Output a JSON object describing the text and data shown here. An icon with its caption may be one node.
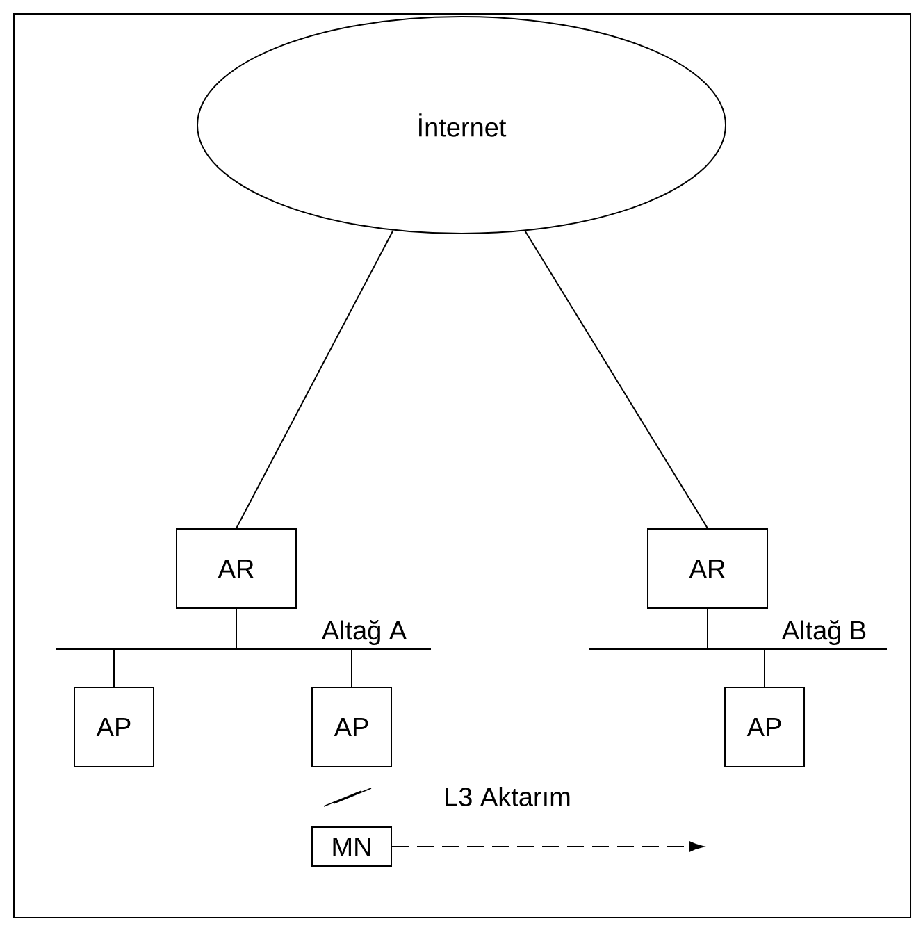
{
  "diagram": {
    "nodes": [
      {
        "text": [
          "İnternet"
        ]
      },
      {
        "text": [
          "AR"
        ]
      },
      {
        "text": [
          "AR"
        ]
      },
      {
        "text": [],
        "shape": "bar",
        "beside": [
          "Altağ A"
        ]
      },
      {
        "text": [],
        "shape": "bar",
        "beside": [
          "Altağ B"
        ]
      },
      {
        "text": [
          "AP"
        ]
      },
      {
        "text": [
          "AP"
        ]
      },
      {
        "text": [
          "AP"
        ]
      },
      {
        "text": [
          "MN"
        ]
      }
    ],
    "edges": [
      {
        "from": 0,
        "to": 1,
        "arrow": "none"
      },
      {
        "from": 0,
        "to": 2,
        "arrow": "none"
      },
      {
        "from": 1,
        "to": 3,
        "arrow": "none"
      },
      {
        "from": 2,
        "to": 4,
        "arrow": "none"
      },
      {
        "from": 3,
        "to": 5,
        "arrow": "none"
      },
      {
        "from": 3,
        "to": 6,
        "arrow": "none"
      },
      {
        "from": 4,
        "to": 7,
        "arrow": "none"
      },
      {
        "from": 8,
        "to": null,
        "arrow": "to",
        "style": "dashed"
      }
    ],
    "labels": [
      "L3 Aktarım"
    ]
  }
}
